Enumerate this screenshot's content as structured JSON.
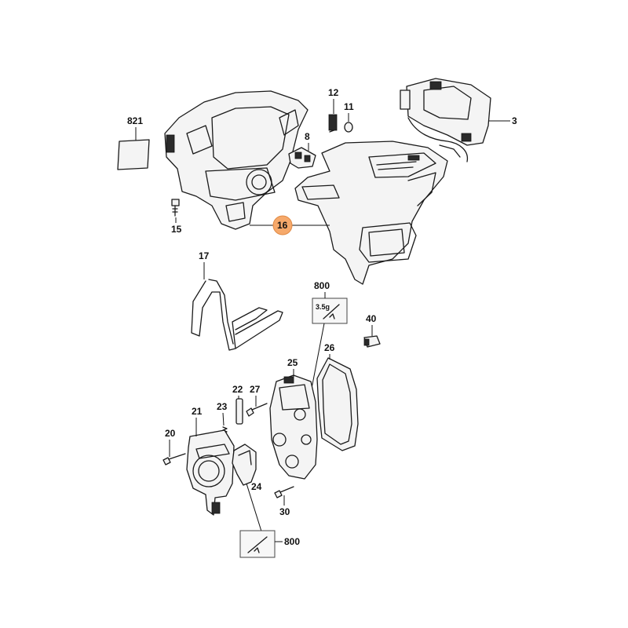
{
  "highlight_color": "#f6a96b",
  "callouts": {
    "c821": "821",
    "c12": "12",
    "c11": "11",
    "c3": "3",
    "c8": "8",
    "c15": "15",
    "c16": "16",
    "c17": "17",
    "c800a": "800",
    "c35g": "3.5g",
    "c40": "40",
    "c26": "26",
    "c25": "25",
    "c22": "22",
    "c27": "27",
    "c23": "23",
    "c21": "21",
    "c20": "20",
    "c24": "24",
    "c30": "30",
    "c800b": "800"
  }
}
